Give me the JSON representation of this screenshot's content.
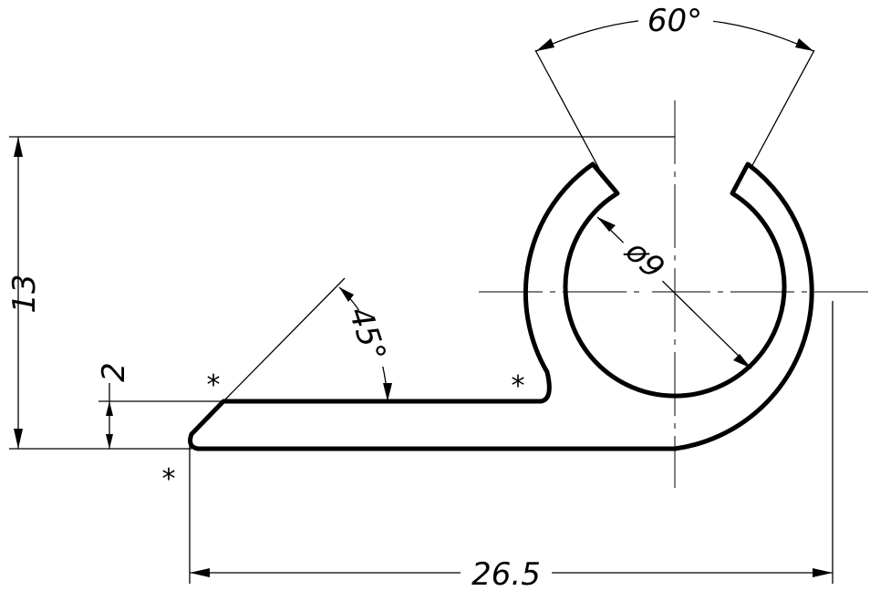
{
  "dimensions": {
    "height": "13",
    "lip_height": "2",
    "width": "26.5",
    "angle_slot": "60°",
    "angle_chamfer": "45°",
    "bore": "ø9"
  },
  "markers": {
    "star": "*"
  }
}
